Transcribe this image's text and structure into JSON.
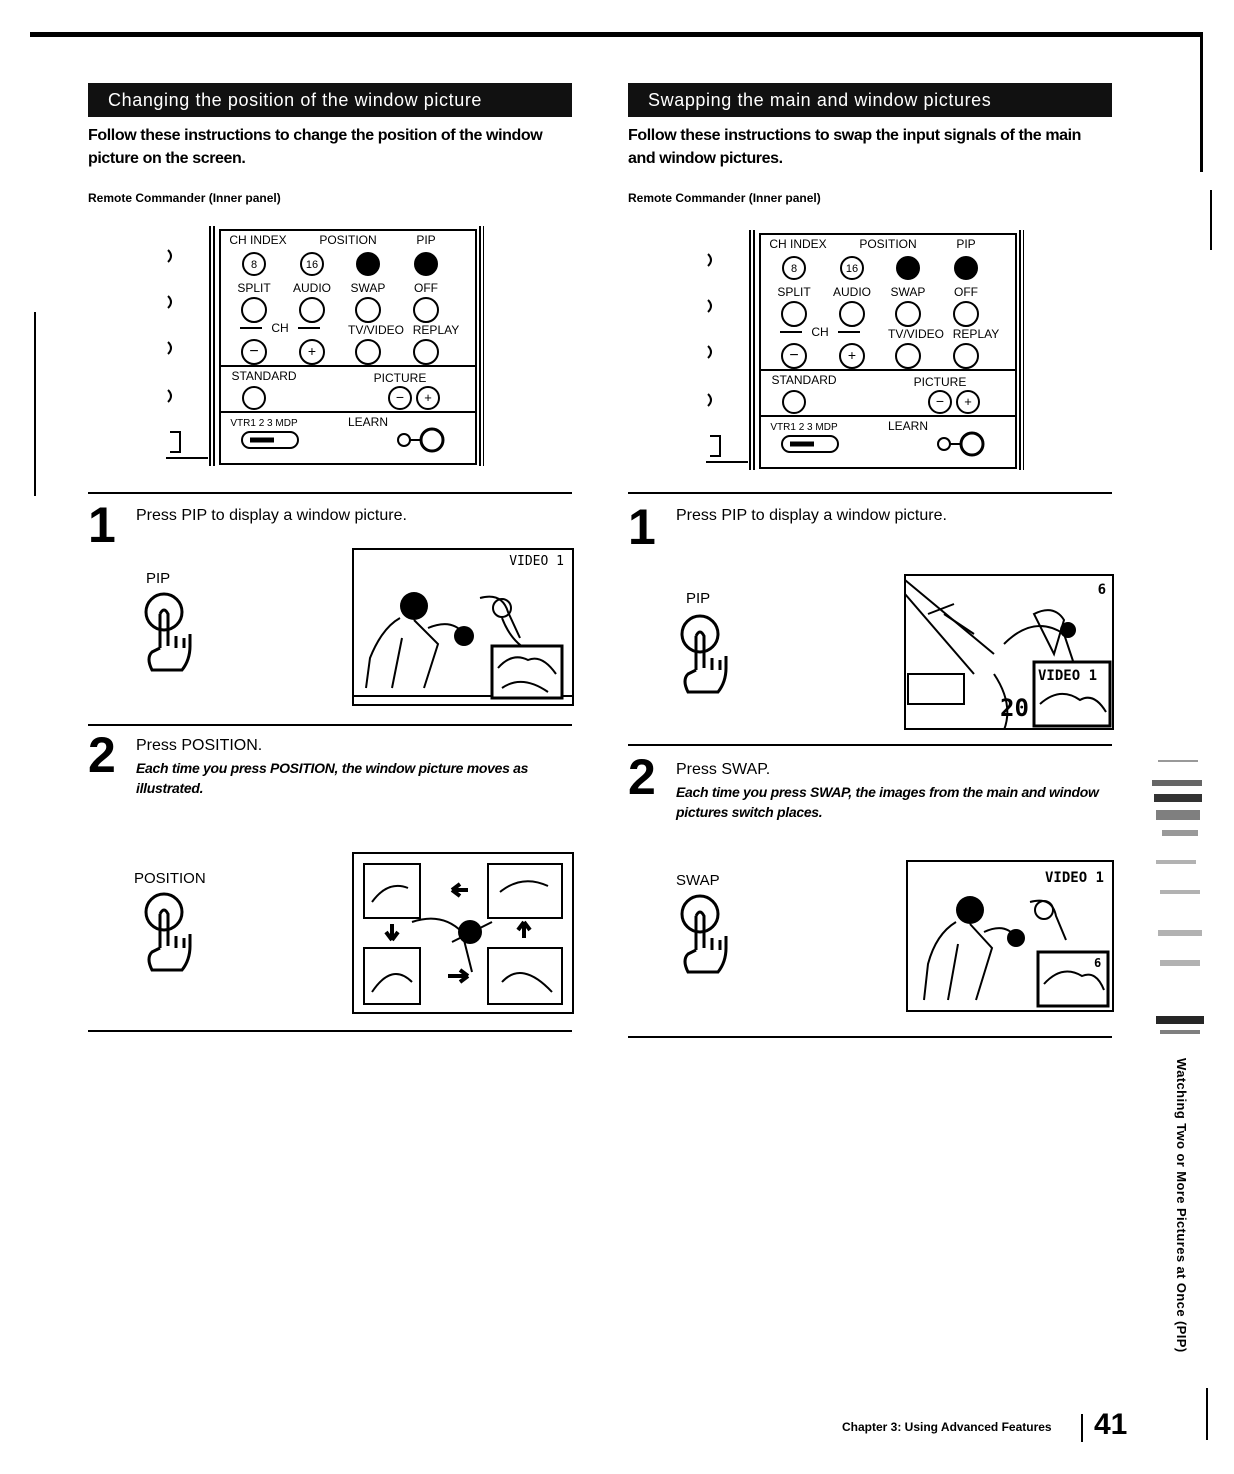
{
  "left": {
    "heading": "Changing the position of the window picture",
    "intro": "Follow these instructions to change the position of the window picture on the screen.",
    "remote_label": "Remote Commander (Inner panel)",
    "step1": {
      "num": "1",
      "title": "Press PIP to display a window picture.",
      "button": "PIP",
      "tv_label": "VIDEO 1"
    },
    "step2": {
      "num": "2",
      "title": "Press POSITION.",
      "note": "Each time you press POSITION, the window picture moves as illustrated.",
      "button": "POSITION"
    }
  },
  "right": {
    "heading": "Swapping the main and window pictures",
    "intro": "Follow these instructions to swap the input signals of the main and window pictures.",
    "remote_label": "Remote Commander (Inner panel)",
    "step1": {
      "num": "1",
      "title": "Press PIP to display a window picture.",
      "button": "PIP",
      "tv_label": "6",
      "tv_window_label": "VIDEO 1",
      "jersey": "20"
    },
    "step2": {
      "num": "2",
      "title": "Press SWAP.",
      "note": "Each time you press SWAP, the images from the main and window pictures switch places.",
      "button": "SWAP",
      "tv_label": "VIDEO 1",
      "tv_window_label": "6"
    }
  },
  "remote": {
    "row1_labels": [
      "CH INDEX",
      "POSITION",
      "PIP"
    ],
    "row1_buttons": [
      "8",
      "16"
    ],
    "row2_labels": [
      "SPLIT",
      "AUDIO",
      "SWAP",
      "OFF"
    ],
    "row3_labels": [
      "CH",
      "TV/VIDEO",
      "REPLAY"
    ],
    "row4_labels": [
      "STANDARD",
      "PICTURE"
    ],
    "row5_labels": [
      "VTR1 2 3 MDP",
      "LEARN"
    ]
  },
  "sidebar_title": "Watching Two or More Pictures at Once (PIP)",
  "footer": {
    "chapter": "Chapter 3: Using Advanced Features",
    "page": "41"
  },
  "icons": [
    "hand-press-icon",
    "remote-control-icon",
    "tv-screen-icon"
  ]
}
